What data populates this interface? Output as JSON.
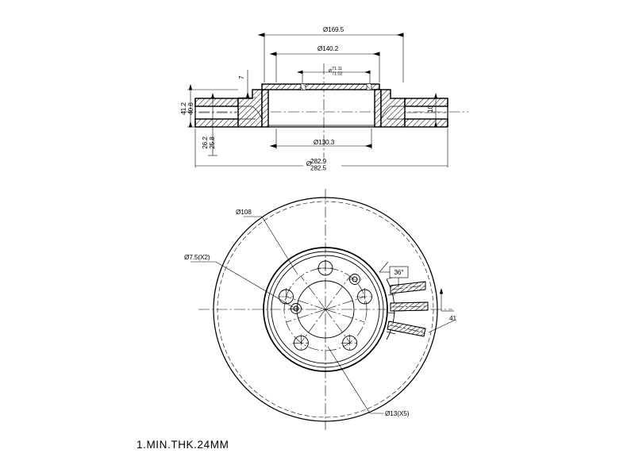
{
  "drawing": {
    "title": "Brake Disc / Rotor Engineering Drawing",
    "note": "1.MIN.THK.24MM",
    "views": {
      "section": "cross-section view",
      "face": "front face view"
    }
  },
  "section_dimensions": [
    {
      "id": "od-outer",
      "label": "Ø169.5",
      "name": "diameter-169-5"
    },
    {
      "id": "od-inner",
      "label": "Ø140.2",
      "name": "diameter-140-2"
    },
    {
      "id": "bore-upper",
      "label": "71.11",
      "name": "bore-upper-tol"
    },
    {
      "id": "bore-lower",
      "label": "71.02",
      "name": "bore-lower-tol"
    },
    {
      "id": "bore-sym",
      "label": "Ø",
      "name": "bore-diameter-symbol"
    },
    {
      "id": "hat-130",
      "label": "Ø130.3",
      "name": "diameter-130-3"
    },
    {
      "id": "disc-upper",
      "label": "282.9",
      "name": "disc-od-upper-tol"
    },
    {
      "id": "disc-lower",
      "label": "282.5",
      "name": "disc-od-lower-tol"
    },
    {
      "id": "disc-sym",
      "label": "Ø",
      "name": "disc-diameter-symbol"
    },
    {
      "id": "h-upper",
      "label": "41.2",
      "name": "height-upper-tol"
    },
    {
      "id": "h-lower",
      "label": "40.8",
      "name": "height-lower-tol"
    },
    {
      "id": "off-upper",
      "label": "26.2",
      "name": "offset-upper-tol"
    },
    {
      "id": "off-lower",
      "label": "25.8",
      "name": "offset-lower-tol"
    },
    {
      "id": "thk-7",
      "label": "7",
      "name": "thickness-7"
    },
    {
      "id": "thk-10",
      "label": "10",
      "name": "thickness-10"
    }
  ],
  "face_dimensions": [
    {
      "id": "pcd-108",
      "label": "Ø108",
      "name": "bolt-circle-108"
    },
    {
      "id": "hole-7-5",
      "label": "Ø7.5(X2)",
      "name": "hole-7-5-x2"
    },
    {
      "id": "hole-13",
      "label": "Ø13(X5)",
      "name": "hole-13-x5"
    },
    {
      "id": "angle-36",
      "label": "36°",
      "name": "vane-angle-36"
    },
    {
      "id": "dim-41",
      "label": "41",
      "name": "vane-dim-41"
    }
  ],
  "colors": {
    "line": "#000000",
    "background": "#ffffff"
  }
}
